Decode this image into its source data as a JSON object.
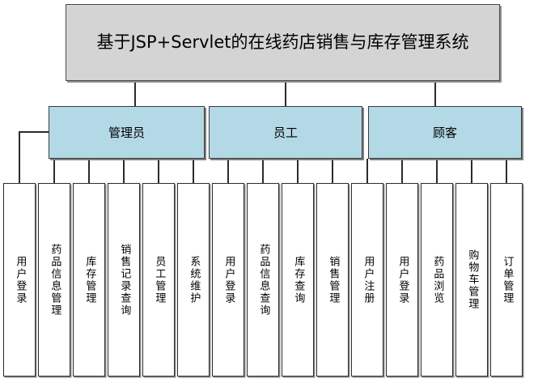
{
  "diagram": {
    "kind": "system-function-structure-tree",
    "root": {
      "label": "基于JSP+Servlet的在线药店销售与库存管理系统",
      "fill": "#d4d4d4",
      "stroke": "#4a4a4a"
    },
    "roles": [
      {
        "label": "管理员",
        "fill": "#b4d9e6",
        "stroke": "#3a3a3a",
        "children": [
          {
            "label": "用户登录"
          },
          {
            "label": "药品信息管理"
          },
          {
            "label": "库存管理"
          },
          {
            "label": "销售记录查询"
          },
          {
            "label": "员工管理"
          },
          {
            "label": "系统维护"
          }
        ]
      },
      {
        "label": "员工",
        "fill": "#b4d9e6",
        "stroke": "#3a3a3a",
        "children": [
          {
            "label": "用户登录"
          },
          {
            "label": "药品信息查询"
          },
          {
            "label": "库存查询"
          },
          {
            "label": "销售管理"
          }
        ]
      },
      {
        "label": "顾客",
        "fill": "#b4d9e6",
        "stroke": "#3a3a3a",
        "children": [
          {
            "label": "用户注册"
          },
          {
            "label": "用户登录"
          },
          {
            "label": "药品浏览"
          },
          {
            "label": "购物车管理"
          },
          {
            "label": "订单管理"
          }
        ]
      }
    ],
    "leaf_fill": "#ffffff",
    "leaf_stroke": "#2b2b2b",
    "connector_color": "#2b2b2b"
  }
}
